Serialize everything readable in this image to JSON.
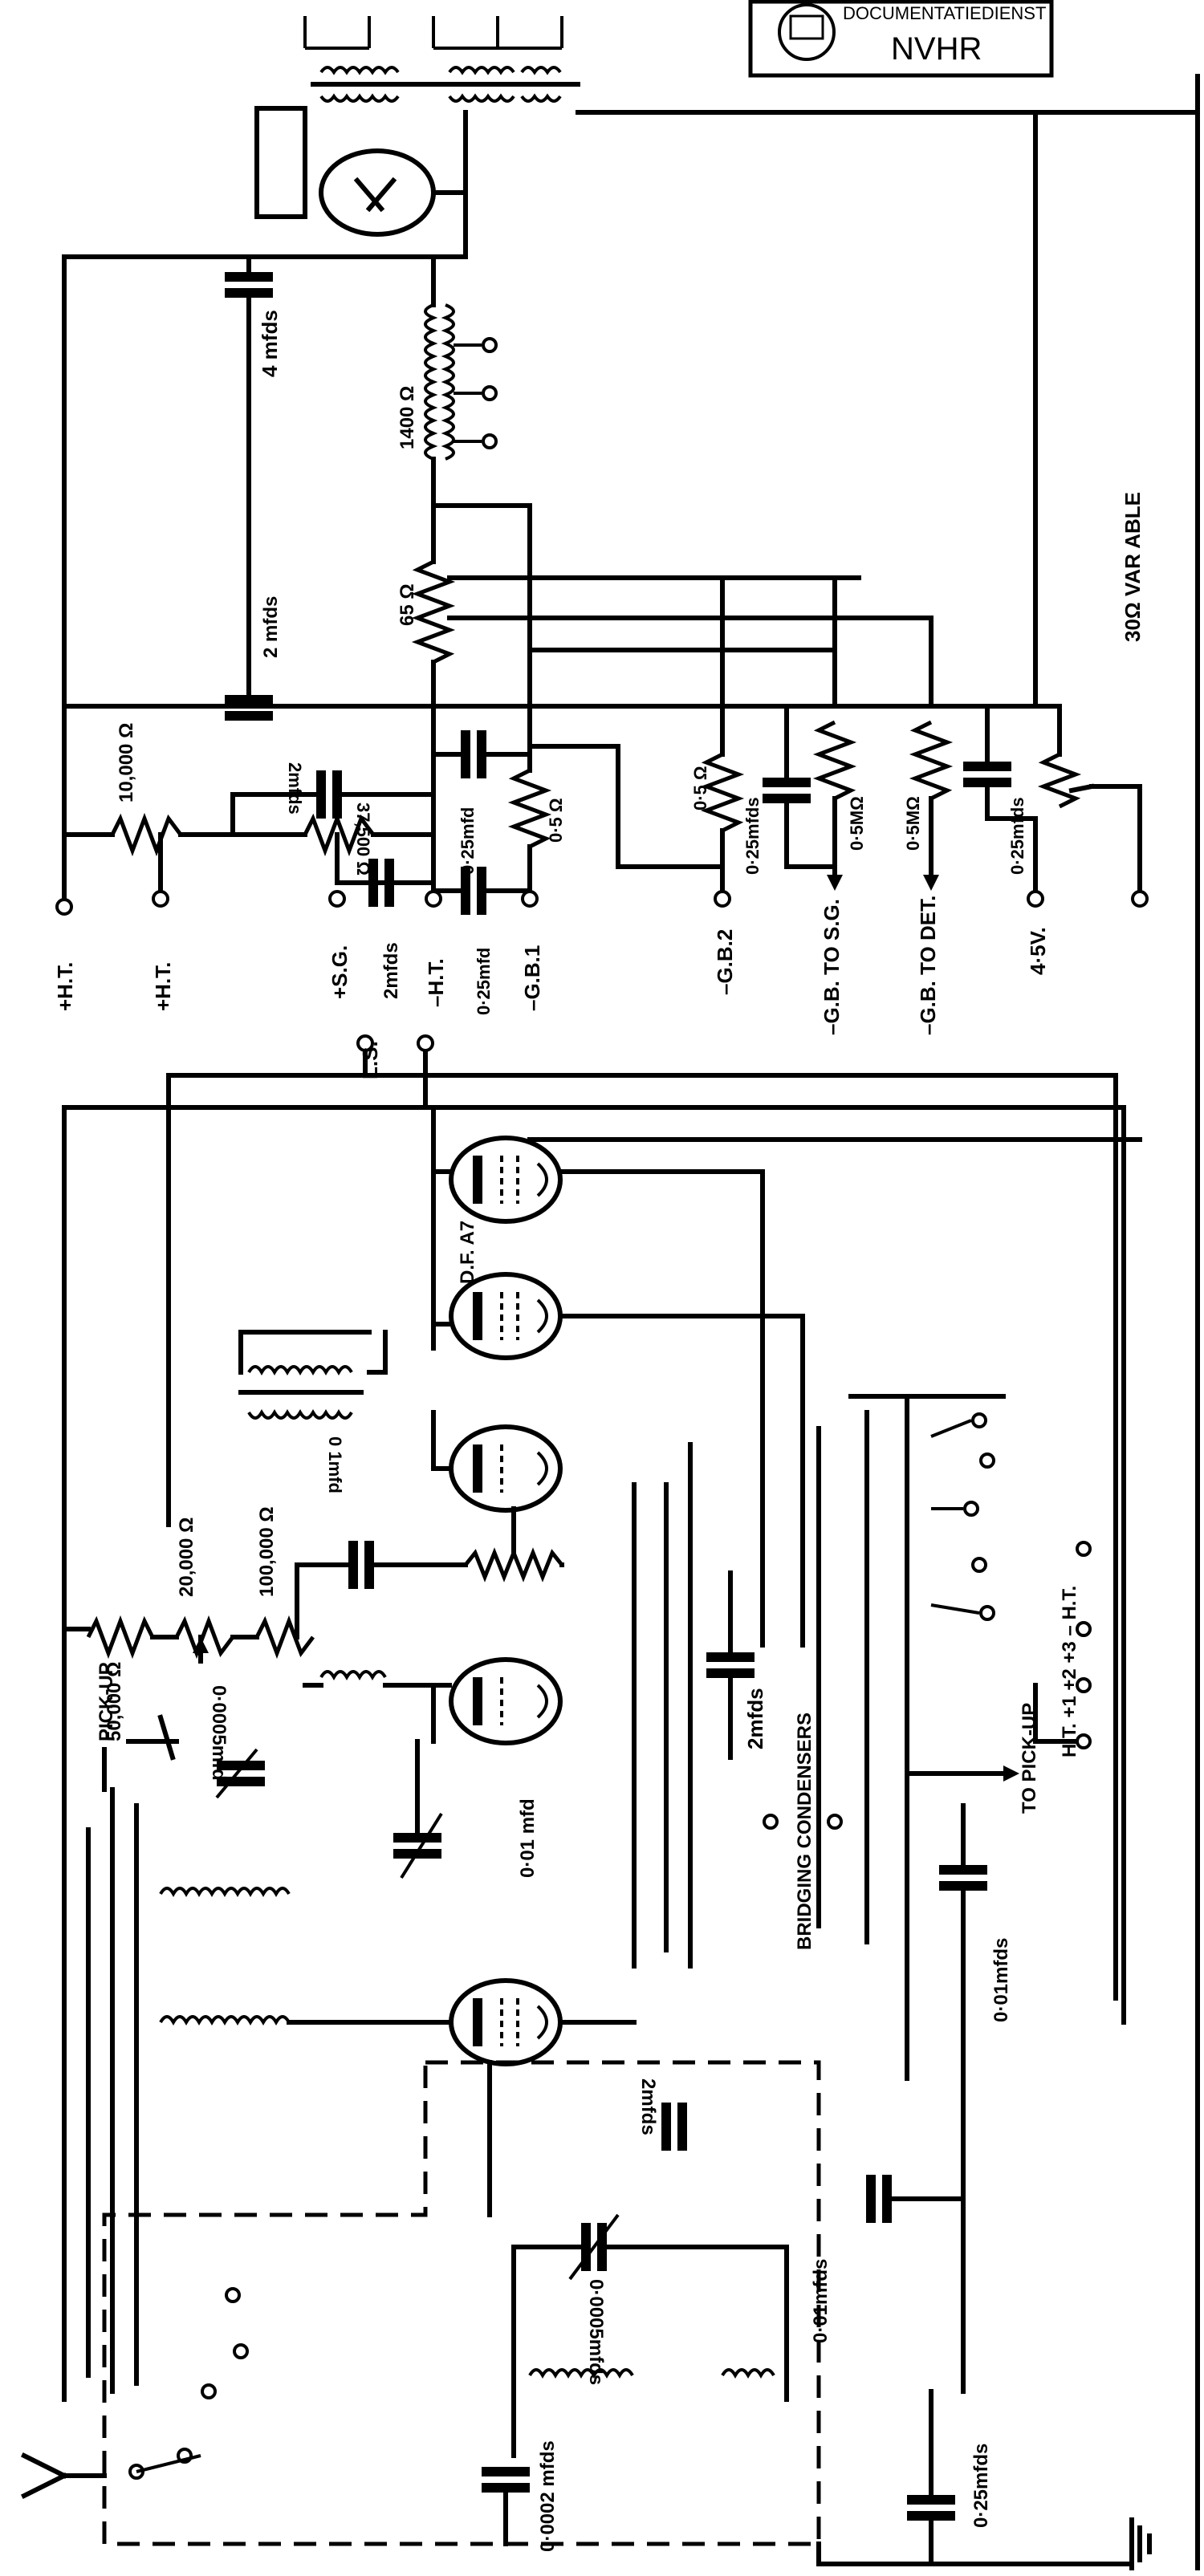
{
  "stamp": {
    "line1": "DOCUMENTATIEDIENST",
    "line2": "NVHR"
  },
  "labels": {
    "four_mfds": "4 mfds",
    "r_1400": "1400 Ω",
    "r_65": "65 Ω",
    "two_mfds_top": "2 mfds",
    "r_10000": "10,000 Ω",
    "r_37500": "37,500 Ω",
    "c_2mfds_small": "2mfds",
    "c_025mfd_a": "0·25mfd",
    "c_025mfd_b": "0·25mfd",
    "c_2mfds_sg": "2mfds",
    "r_05_a": "0·5 Ω",
    "r_05_b": "0·5 Ω",
    "c_025mfds_c": "0·25mfds",
    "r_05M_a": "0·5MΩ",
    "r_05M_b": "0·5MΩ",
    "c_025mfds_d": "0·25mfds",
    "var_30": "30Ω VAR ABLE",
    "ht_plus_1": "+H.T.",
    "ht_plus_2": "+H.T.",
    "sg_plus": "+S.G.",
    "ht_minus": "–H.T.",
    "gb1": "–G.B.1",
    "gb2": "–G.B.2",
    "gb_sg": "–G.B. TO S.G.",
    "gb_det": "–G.B. TO DET.",
    "v45": "4·5V.",
    "ls": "L.S.",
    "df_a7": "D.F. A7",
    "r_50000": "50,000 Ω",
    "r_20000": "20,000 Ω",
    "r_100000": "100,000 Ω",
    "c_01mfd": "0 1mfd",
    "pick_up_top": "PICK-UP",
    "c_00005mfd": "0·0005mfd",
    "c_2mfds_mid": "2mfds",
    "to_pick_up": "TO PICK-UP",
    "ht_block": "H.T. +1 +2 +3 – H.T.",
    "c_001mfd": "0·01 mfd",
    "bridging": "BRIDGING CONDENSERS",
    "c_2mfds_dashed": "2mfds",
    "c_001mfds_a": "0·01mfds",
    "c_001mfds_b": "0·01mfds",
    "c_00005mfds": "0·0005mfds",
    "c_00002": "0·0002 mfds",
    "c_025mfds_bottom": "0·25mfds"
  }
}
